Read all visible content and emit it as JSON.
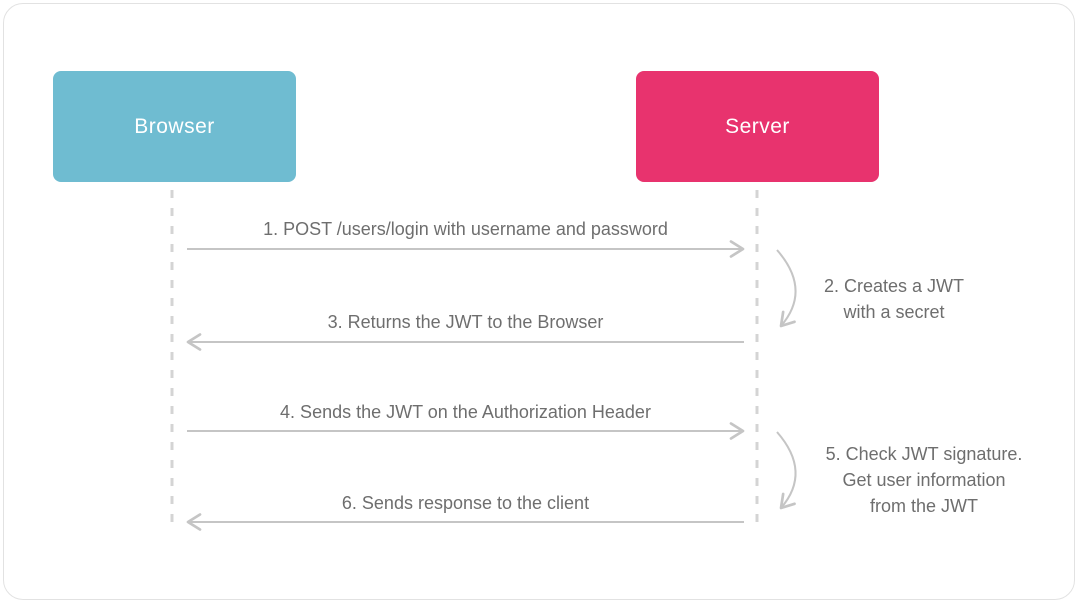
{
  "diagram": {
    "title_implied": "JWT authentication flow",
    "actors": [
      {
        "id": "browser",
        "label": "Browser",
        "color": "#6fbcd1"
      },
      {
        "id": "server",
        "label": "Server",
        "color": "#e8336e"
      }
    ],
    "messages": [
      {
        "step": 1,
        "from": "browser",
        "to": "server",
        "direction": "right",
        "text": "1. POST /users/login with username and password"
      },
      {
        "step": 3,
        "from": "server",
        "to": "browser",
        "direction": "left",
        "text": "3. Returns the JWT to the Browser"
      },
      {
        "step": 4,
        "from": "browser",
        "to": "server",
        "direction": "right",
        "text": "4. Sends the JWT on the Authorization Header"
      },
      {
        "step": 6,
        "from": "server",
        "to": "browser",
        "direction": "left",
        "text": "6. Sends response to the client"
      }
    ],
    "notes": [
      {
        "step": 2,
        "at": "server",
        "lines": [
          "2. Creates a JWT",
          "with a secret"
        ]
      },
      {
        "step": 5,
        "at": "server",
        "lines": [
          "5. Check JWT signature.",
          "Get user information",
          "from the JWT"
        ]
      }
    ],
    "colors": {
      "arrow": "#c5c5c5",
      "lifeline": "#d4d4d4",
      "text": "#6e6e6e",
      "card_border": "#e2e2e2",
      "label_text": "#ffffff"
    }
  }
}
